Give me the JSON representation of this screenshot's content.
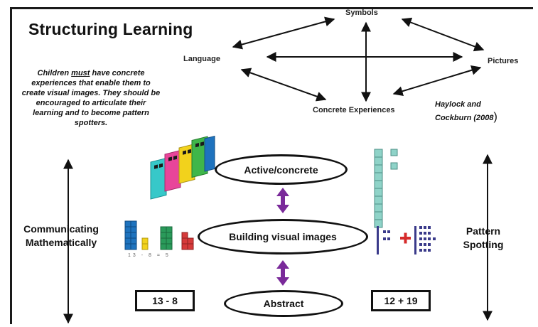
{
  "title": "Structuring Learning",
  "note": {
    "before": "Children ",
    "emphasis": "must",
    "after": " have concrete experiences that enable them to create visual images. They should be encouraged to articulate their learning and to become pattern spotters."
  },
  "nodes": {
    "symbols": "Symbols",
    "language": "Language",
    "pictures": "Pictures",
    "concrete": "Concrete Experiences"
  },
  "citation": {
    "line1": "Haylock and",
    "line2": "Cockburn (2008",
    "paren": ")"
  },
  "stages": {
    "active": "Active/concrete",
    "visual": "Building visual images",
    "abstract": "Abstract"
  },
  "side": {
    "left": "Communicating Mathematically",
    "right": "Pattern Spotting"
  },
  "expressions": {
    "left": "13 - 8",
    "right": "12 + 19"
  },
  "picture_caption": "13  -  8  =  5",
  "colors": {
    "stage_arrow": "#7a2a9a",
    "plus_sign": "#d62b2b",
    "blocks_purple": "#3a3a8a",
    "cube_green": "#2a9a5a",
    "cube_blue": "#1e73be",
    "cube_yellow": "#f2d21c",
    "cube_red": "#d63a3a",
    "cube_pink": "#e8459a",
    "cube_cyan": "#37c8c9",
    "teal_tower": "#8fd3c8"
  }
}
